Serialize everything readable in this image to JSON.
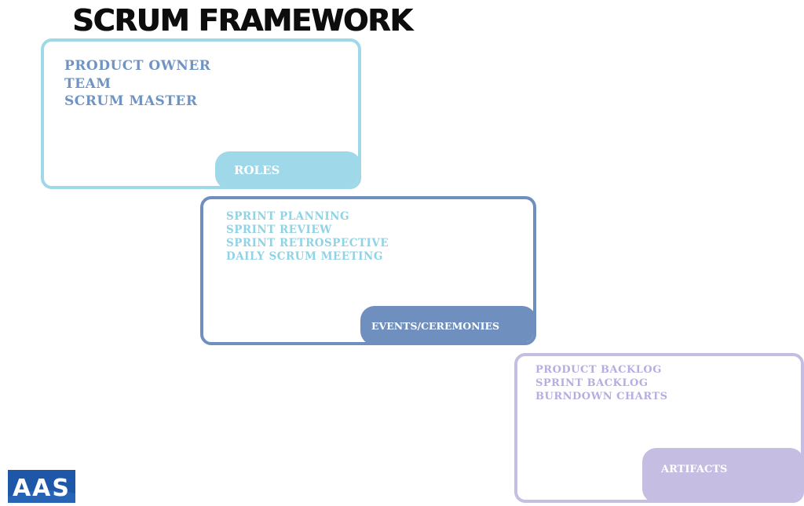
{
  "title": "SCRUM FRAMEWORK",
  "colors": {
    "roles_border": "#9ed8e9",
    "roles_text": "#6f93c3",
    "events_border": "#6f8fbf",
    "events_text": "#8fd3e6",
    "artifacts_border": "#c6bde3",
    "artifacts_text": "#b6ade0",
    "logo_bg": "#1f57a8"
  },
  "sections": {
    "roles": {
      "label": "ROLES",
      "items": [
        "PRODUCT OWNER",
        "TEAM",
        "SCRUM MASTER"
      ]
    },
    "events": {
      "label": "EVENTS/CEREMONIES",
      "items": [
        "SPRINT PLANNING",
        "SPRINT REVIEW",
        "SPRINT RETROSPECTIVE",
        "DAILY SCRUM MEETING"
      ]
    },
    "artifacts": {
      "label": "ARTIFACTS",
      "items": [
        "PRODUCT BACKLOG",
        "SPRINT BACKLOG",
        "BURNDOWN CHARTS"
      ]
    }
  },
  "logo": {
    "text": "AAS",
    "icon": "aas-logo-icon"
  }
}
